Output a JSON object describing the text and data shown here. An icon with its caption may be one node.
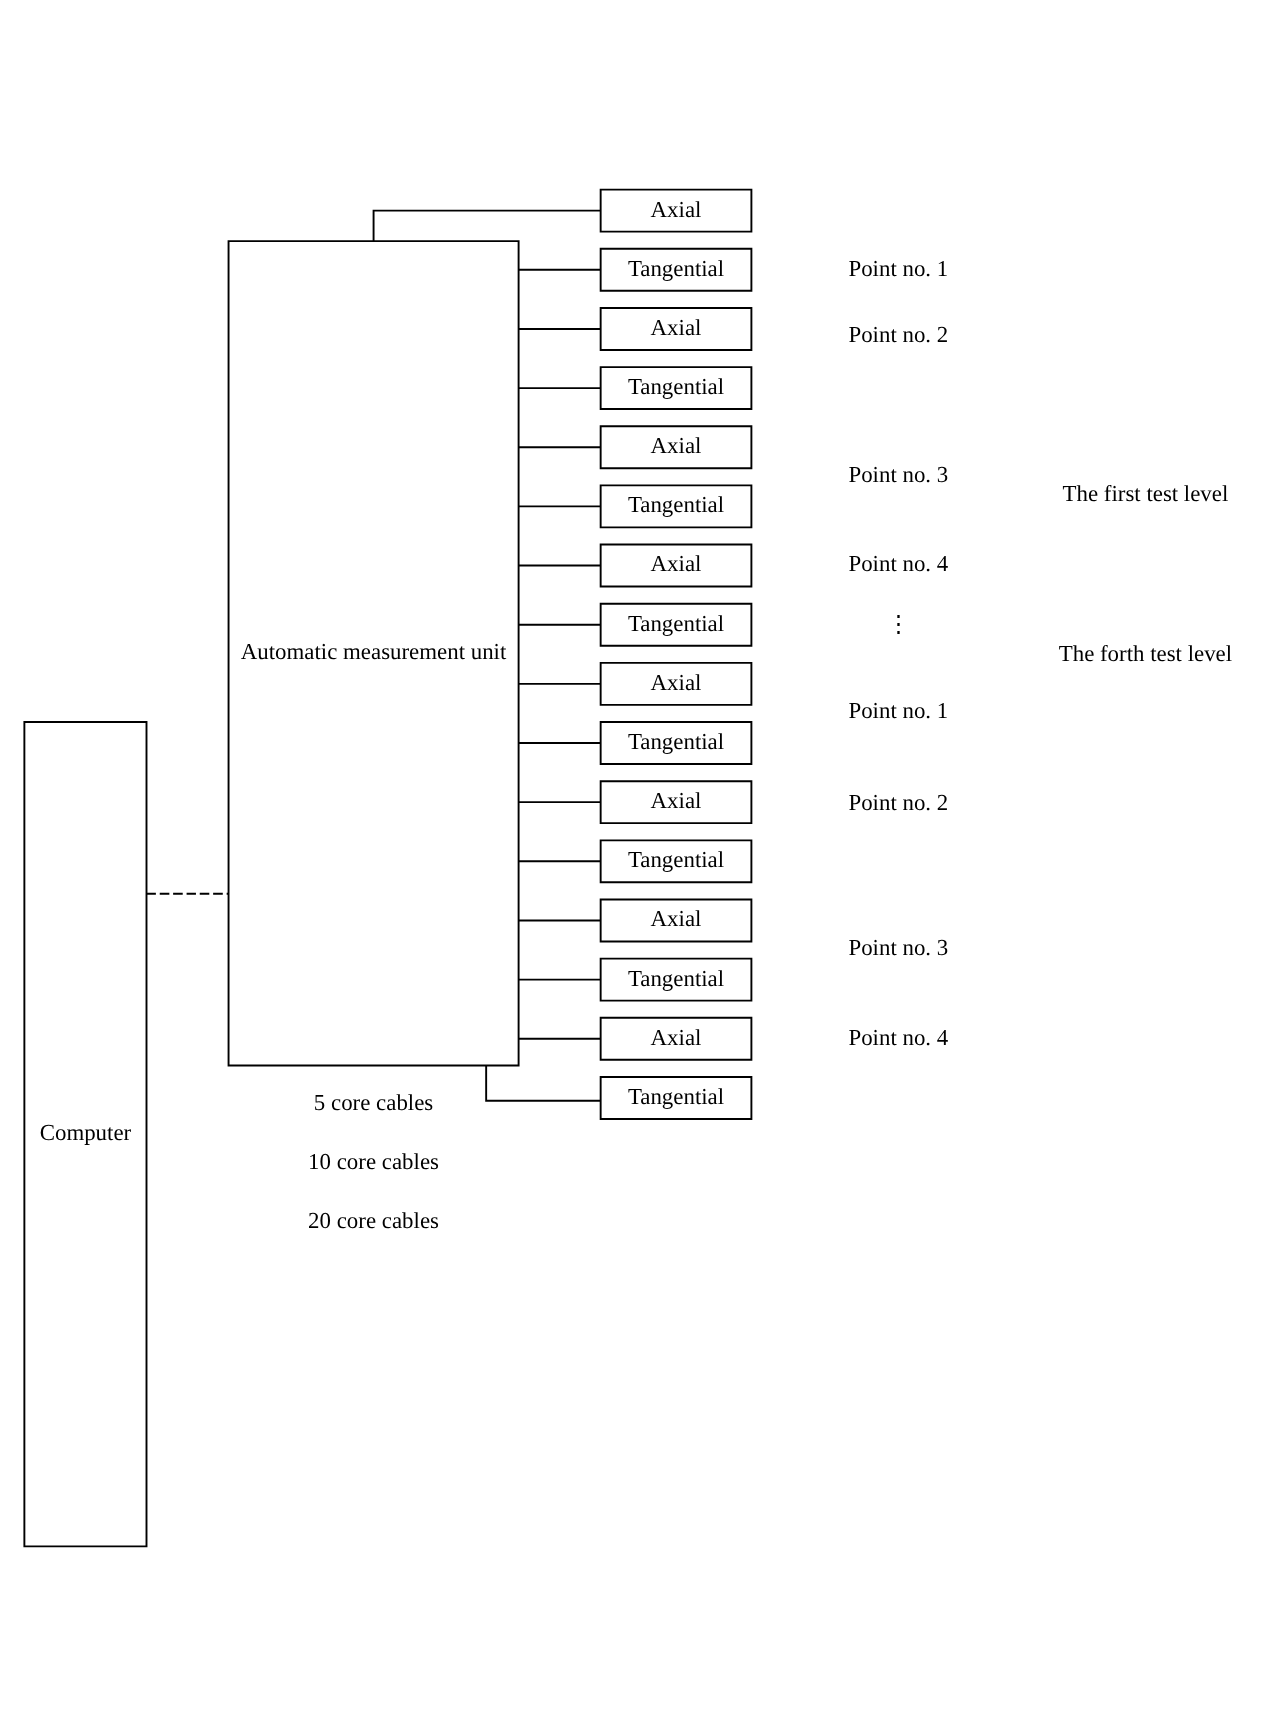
{
  "diagram": {
    "nodes": [
      {
        "text": [
          "Computer"
        ]
      },
      {
        "text": [
          "Automatic measurement unit"
        ]
      },
      {
        "text": [
          "Axial"
        ]
      },
      {
        "text": [
          "Tangential"
        ]
      },
      {
        "text": [
          "Axial"
        ]
      },
      {
        "text": [
          "Tangential"
        ]
      },
      {
        "text": [
          "Axial"
        ]
      },
      {
        "text": [
          "Tangential"
        ]
      },
      {
        "text": [
          "Axial"
        ]
      },
      {
        "text": [
          "Tangential"
        ]
      },
      {
        "text": [
          "Axial"
        ]
      },
      {
        "text": [
          "Tangential"
        ]
      },
      {
        "text": [
          "Axial"
        ]
      },
      {
        "text": [
          "Tangential"
        ]
      },
      {
        "text": [
          "Axial"
        ]
      },
      {
        "text": [
          "Tangential"
        ]
      },
      {
        "text": [
          "Axial"
        ]
      },
      {
        "text": [
          "Tangential"
        ]
      }
    ],
    "edges": [
      {
        "from": 0,
        "to": 1,
        "arrow": "none",
        "style": "dashed"
      },
      {
        "from": 1,
        "to": 2,
        "arrow": "none"
      },
      {
        "from": 1,
        "to": 3,
        "arrow": "none"
      },
      {
        "from": 1,
        "to": 4,
        "arrow": "none"
      },
      {
        "from": 1,
        "to": 5,
        "arrow": "none"
      },
      {
        "from": 1,
        "to": 6,
        "arrow": "none"
      },
      {
        "from": 1,
        "to": 7,
        "arrow": "none"
      },
      {
        "from": 1,
        "to": 8,
        "arrow": "none"
      },
      {
        "from": 1,
        "to": 9,
        "arrow": "none"
      },
      {
        "from": 1,
        "to": 10,
        "arrow": "none"
      },
      {
        "from": 1,
        "to": 11,
        "arrow": "none"
      },
      {
        "from": 1,
        "to": 12,
        "arrow": "none"
      },
      {
        "from": 1,
        "to": 13,
        "arrow": "none"
      },
      {
        "from": 1,
        "to": 14,
        "arrow": "none"
      },
      {
        "from": 1,
        "to": 15,
        "arrow": "none"
      },
      {
        "from": 1,
        "to": 16,
        "arrow": "none"
      },
      {
        "from": 1,
        "to": 17,
        "arrow": "none"
      }
    ],
    "labels": [
      "5 core cables",
      "10 core cables",
      "20 core cables",
      "Point no. 1",
      "Point no. 2",
      "Point no. 3",
      "Point no. 4",
      "The first test level",
      "⋮",
      "Point no. 1",
      "Point no. 2",
      "Point no. 3",
      "Point no. 4",
      "The forth test level"
    ]
  }
}
